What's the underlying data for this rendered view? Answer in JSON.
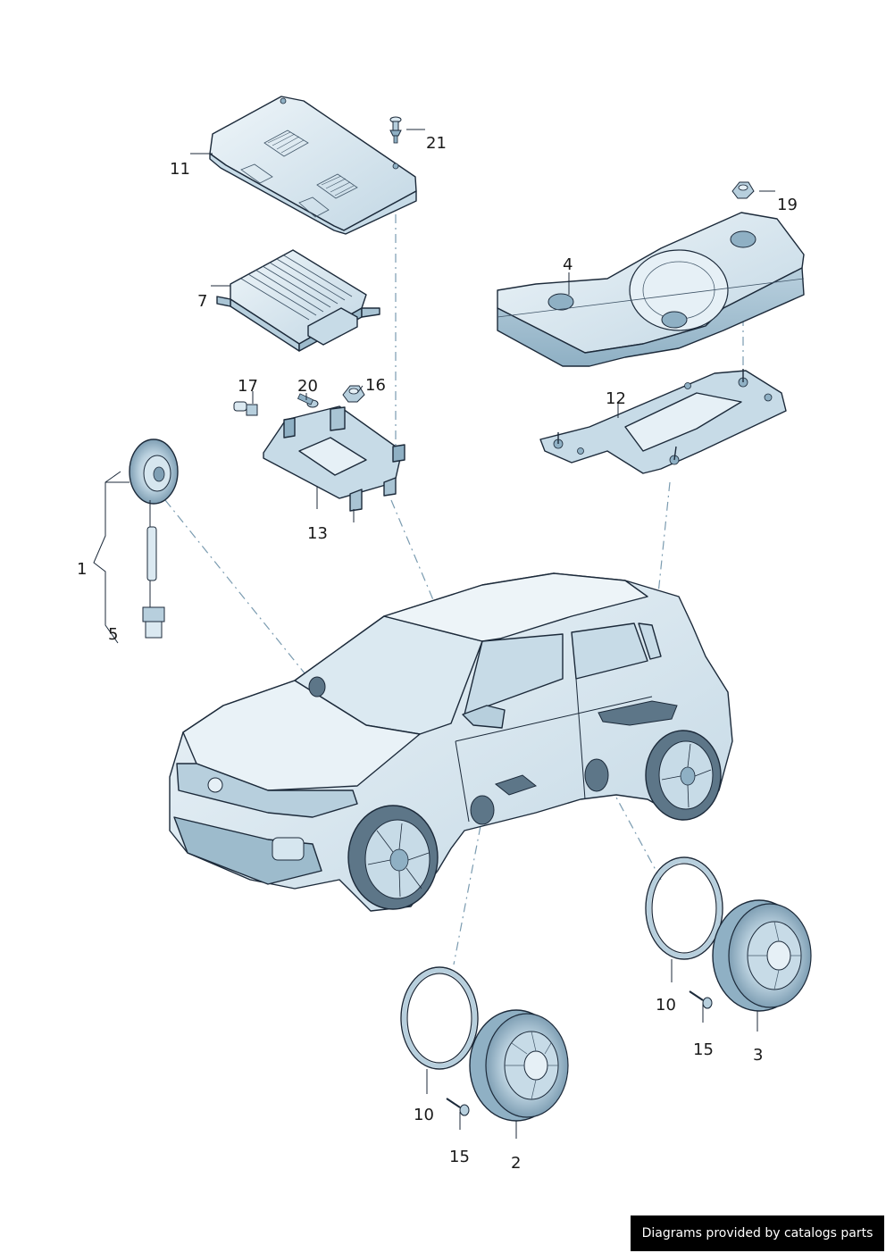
{
  "labels": {
    "p1": "1",
    "p2": "2",
    "p3": "3",
    "p4": "4",
    "p5": "5",
    "p7": "7",
    "p10a": "10",
    "p10b": "10",
    "p11": "11",
    "p12": "12",
    "p13": "13",
    "p15a": "15",
    "p15b": "15",
    "p16": "16",
    "p17": "17",
    "p19": "19",
    "p20": "20",
    "p21": "21"
  },
  "footer": {
    "text": "Diagrams provided by catalogs parts"
  },
  "colors": {
    "part_fill": "#dbe9f1",
    "part_shade": "#b7cfdd",
    "part_dark": "#8fb0c4",
    "highlight": "#5d7688",
    "outline": "#1c2a3a"
  }
}
